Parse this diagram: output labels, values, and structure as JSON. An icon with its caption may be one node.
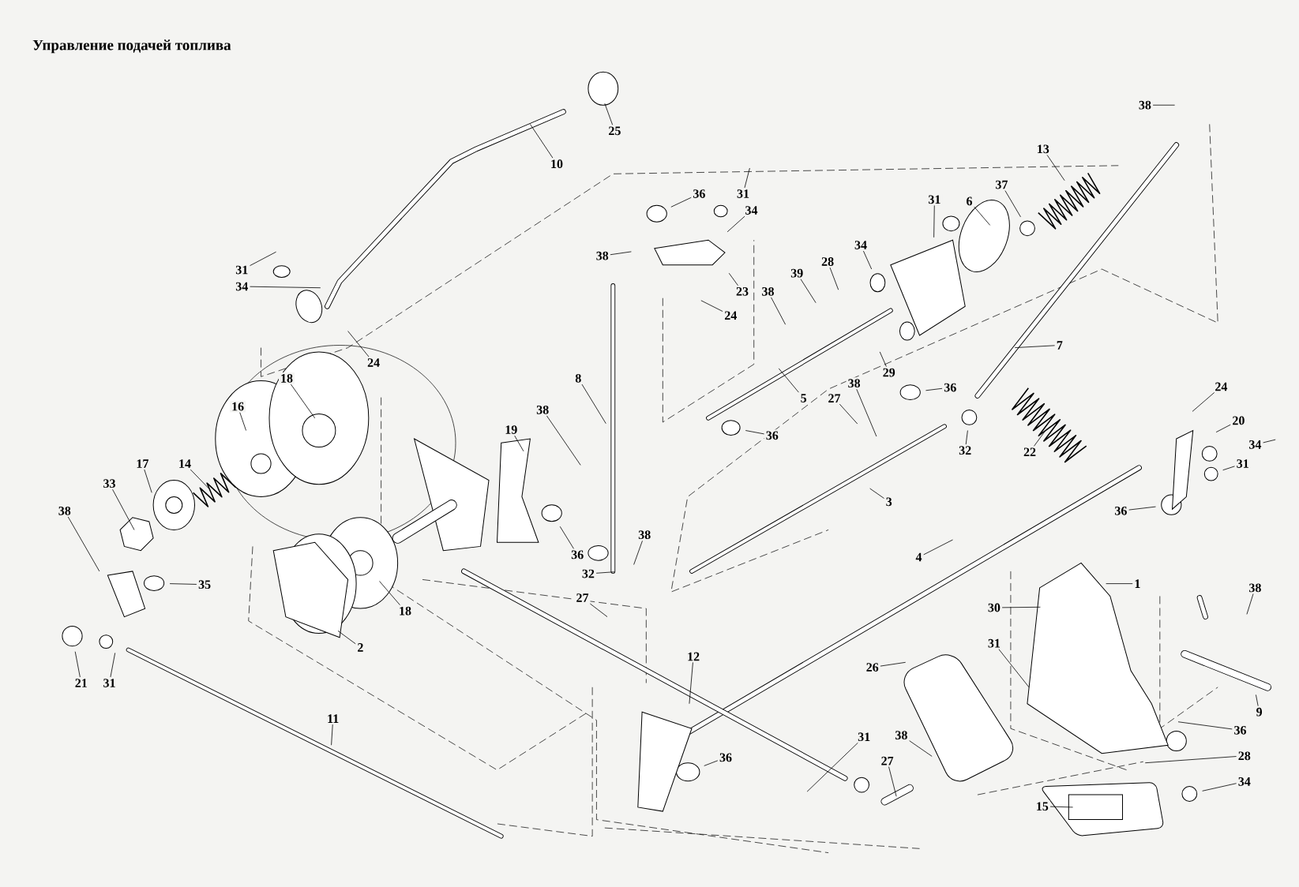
{
  "diagram": {
    "title": "Управление подачей топлива",
    "nodes": [
      {
        "text": [
          "10"
        ]
      },
      {
        "text": [
          "25"
        ]
      },
      {
        "text": [
          "38"
        ]
      },
      {
        "text": [
          "13"
        ]
      },
      {
        "text": [
          "36"
        ]
      },
      {
        "text": [
          "31"
        ]
      },
      {
        "text": [
          "34"
        ]
      },
      {
        "text": [
          "31"
        ]
      },
      {
        "text": [
          "6"
        ]
      },
      {
        "text": [
          "37"
        ]
      },
      {
        "text": [
          "38"
        ]
      },
      {
        "text": [
          "31"
        ]
      },
      {
        "text": [
          "34"
        ]
      },
      {
        "text": [
          "28"
        ]
      },
      {
        "text": [
          "34"
        ]
      },
      {
        "text": [
          "39"
        ]
      },
      {
        "text": [
          "23"
        ]
      },
      {
        "text": [
          "24"
        ]
      },
      {
        "text": [
          "38"
        ]
      },
      {
        "text": [
          "24"
        ]
      },
      {
        "text": [
          "7"
        ]
      },
      {
        "text": [
          "29"
        ]
      },
      {
        "text": [
          "18"
        ]
      },
      {
        "text": [
          "16"
        ]
      },
      {
        "text": [
          "8"
        ]
      },
      {
        "text": [
          "38"
        ]
      },
      {
        "text": [
          "27"
        ]
      },
      {
        "text": [
          "36"
        ]
      },
      {
        "text": [
          "5"
        ]
      },
      {
        "text": [
          "38"
        ]
      },
      {
        "text": [
          "19"
        ]
      },
      {
        "text": [
          "24"
        ]
      },
      {
        "text": [
          "20"
        ]
      },
      {
        "text": [
          "34"
        ]
      },
      {
        "text": [
          "31"
        ]
      },
      {
        "text": [
          "14"
        ]
      },
      {
        "text": [
          "17"
        ]
      },
      {
        "text": [
          "33"
        ]
      },
      {
        "text": [
          "38"
        ]
      },
      {
        "text": [
          "36"
        ]
      },
      {
        "text": [
          "32"
        ]
      },
      {
        "text": [
          "22"
        ]
      },
      {
        "text": [
          "3"
        ]
      },
      {
        "text": [
          "36"
        ]
      },
      {
        "text": [
          "36"
        ]
      },
      {
        "text": [
          "38"
        ]
      },
      {
        "text": [
          "32"
        ]
      },
      {
        "text": [
          "4"
        ]
      },
      {
        "text": [
          "1"
        ]
      },
      {
        "text": [
          "38"
        ]
      },
      {
        "text": [
          "35"
        ]
      },
      {
        "text": [
          "27"
        ]
      },
      {
        "text": [
          "30"
        ]
      },
      {
        "text": [
          "18"
        ]
      },
      {
        "text": [
          "2"
        ]
      },
      {
        "text": [
          "31"
        ]
      },
      {
        "text": [
          "12"
        ]
      },
      {
        "text": [
          "21"
        ]
      },
      {
        "text": [
          "31"
        ]
      },
      {
        "text": [
          "26"
        ]
      },
      {
        "text": [
          "9"
        ]
      },
      {
        "text": [
          "11"
        ]
      },
      {
        "text": [
          "36"
        ]
      },
      {
        "text": [
          "31"
        ]
      },
      {
        "text": [
          "38"
        ]
      },
      {
        "text": [
          "27"
        ]
      },
      {
        "text": [
          "36"
        ]
      },
      {
        "text": [
          "28"
        ]
      },
      {
        "text": [
          "34"
        ]
      },
      {
        "text": [
          "15"
        ]
      }
    ],
    "edges": [
      {
        "from": 0,
        "to": null,
        "arrow": "none"
      },
      {
        "from": 1,
        "to": null,
        "arrow": "none"
      },
      {
        "from": 2,
        "to": null,
        "arrow": "none"
      },
      {
        "from": 3,
        "to": null,
        "arrow": "none"
      },
      {
        "from": 4,
        "to": null,
        "arrow": "none"
      },
      {
        "from": 5,
        "to": null,
        "arrow": "none"
      },
      {
        "from": 6,
        "to": null,
        "arrow": "none"
      },
      {
        "from": 7,
        "to": null,
        "arrow": "none"
      },
      {
        "from": 8,
        "to": null,
        "arrow": "none"
      },
      {
        "from": 9,
        "to": null,
        "arrow": "none"
      },
      {
        "from": 10,
        "to": null,
        "arrow": "none"
      },
      {
        "from": 11,
        "to": null,
        "arrow": "none"
      },
      {
        "from": 12,
        "to": null,
        "arrow": "none"
      },
      {
        "from": 13,
        "to": null,
        "arrow": "none"
      },
      {
        "from": 14,
        "to": null,
        "arrow": "none"
      },
      {
        "from": 15,
        "to": null,
        "arrow": "none"
      },
      {
        "from": 16,
        "to": null,
        "arrow": "none"
      },
      {
        "from": 17,
        "to": null,
        "arrow": "none"
      },
      {
        "from": 18,
        "to": null,
        "arrow": "none"
      },
      {
        "from": 19,
        "to": null,
        "arrow": "none"
      },
      {
        "from": 20,
        "to": null,
        "arrow": "none"
      },
      {
        "from": 21,
        "to": null,
        "arrow": "none"
      },
      {
        "from": 22,
        "to": null,
        "arrow": "none"
      },
      {
        "from": 23,
        "to": null,
        "arrow": "none"
      },
      {
        "from": 24,
        "to": null,
        "arrow": "none"
      },
      {
        "from": 25,
        "to": null,
        "arrow": "none"
      },
      {
        "from": 26,
        "to": null,
        "arrow": "none"
      },
      {
        "from": 27,
        "to": null,
        "arrow": "none"
      },
      {
        "from": 28,
        "to": null,
        "arrow": "none"
      },
      {
        "from": 29,
        "to": null,
        "arrow": "none"
      },
      {
        "from": 30,
        "to": null,
        "arrow": "none"
      },
      {
        "from": 31,
        "to": null,
        "arrow": "none"
      },
      {
        "from": 32,
        "to": null,
        "arrow": "none"
      },
      {
        "from": 33,
        "to": null,
        "arrow": "none"
      },
      {
        "from": 34,
        "to": null,
        "arrow": "none"
      },
      {
        "from": 35,
        "to": null,
        "arrow": "none"
      },
      {
        "from": 36,
        "to": null,
        "arrow": "none"
      },
      {
        "from": 37,
        "to": null,
        "arrow": "none"
      },
      {
        "from": 38,
        "to": null,
        "arrow": "none"
      },
      {
        "from": 39,
        "to": null,
        "arrow": "none"
      },
      {
        "from": 40,
        "to": null,
        "arrow": "none"
      },
      {
        "from": 41,
        "to": null,
        "arrow": "none"
      },
      {
        "from": 42,
        "to": null,
        "arrow": "none"
      },
      {
        "from": 43,
        "to": null,
        "arrow": "none"
      },
      {
        "from": 44,
        "to": null,
        "arrow": "none"
      },
      {
        "from": 45,
        "to": null,
        "arrow": "none"
      },
      {
        "from": 46,
        "to": null,
        "arrow": "none"
      },
      {
        "from": 47,
        "to": null,
        "arrow": "none"
      },
      {
        "from": 48,
        "to": null,
        "arrow": "none"
      },
      {
        "from": 49,
        "to": null,
        "arrow": "none"
      },
      {
        "from": 50,
        "to": null,
        "arrow": "none"
      },
      {
        "from": 51,
        "to": null,
        "arrow": "none"
      },
      {
        "from": 52,
        "to": null,
        "arrow": "none"
      },
      {
        "from": 53,
        "to": null,
        "arrow": "none"
      },
      {
        "from": 54,
        "to": null,
        "arrow": "none"
      },
      {
        "from": 55,
        "to": null,
        "arrow": "none"
      },
      {
        "from": 56,
        "to": null,
        "arrow": "none"
      },
      {
        "from": 57,
        "to": null,
        "arrow": "none"
      },
      {
        "from": 58,
        "to": null,
        "arrow": "none"
      },
      {
        "from": 59,
        "to": null,
        "arrow": "none"
      },
      {
        "from": 60,
        "to": null,
        "arrow": "none"
      },
      {
        "from": 61,
        "to": null,
        "arrow": "none"
      },
      {
        "from": 62,
        "to": null,
        "arrow": "none"
      },
      {
        "from": 63,
        "to": null,
        "arrow": "none"
      },
      {
        "from": 64,
        "to": null,
        "arrow": "none"
      },
      {
        "from": 65,
        "to": null,
        "arrow": "none"
      },
      {
        "from": 66,
        "to": null,
        "arrow": "none"
      },
      {
        "from": 67,
        "to": null,
        "arrow": "none"
      },
      {
        "from": 68,
        "to": null,
        "arrow": "none"
      },
      {
        "from": 69,
        "to": null,
        "arrow": "none"
      }
    ]
  }
}
